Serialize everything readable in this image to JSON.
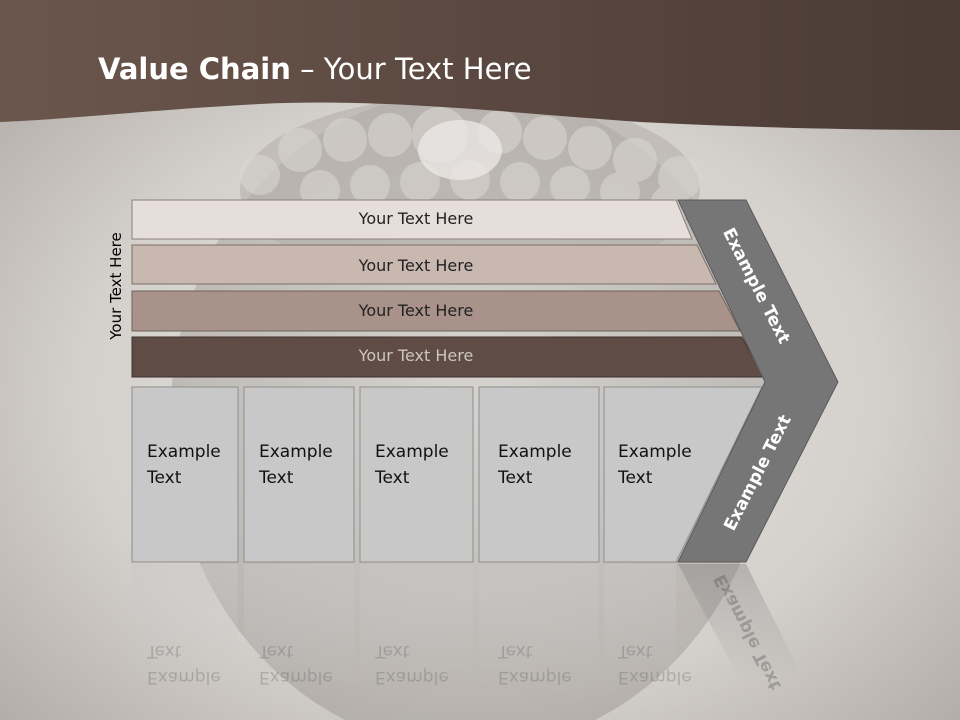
{
  "slide": {
    "title_bold": "Value Chain",
    "title_rest": " – Your Text Here",
    "side_label": "Your Text Here"
  },
  "bars": [
    {
      "label": "Your Text Here"
    },
    {
      "label": "Your Text Here"
    },
    {
      "label": "Your Text Here"
    },
    {
      "label": "Your Text Here"
    }
  ],
  "boxes": [
    {
      "line1": "Example",
      "line2": "Text"
    },
    {
      "line1": "Example",
      "line2": "Text"
    },
    {
      "line1": "Example",
      "line2": "Text"
    },
    {
      "line1": "Example",
      "line2": "Text"
    },
    {
      "line1": "Example",
      "line2": "Text"
    }
  ],
  "chevron": {
    "upper_text": "Example Text",
    "lower_text": "Example Text"
  },
  "colors": {
    "header": "#5a4840",
    "bar1": "#e6dedb",
    "bar2": "#c9b8b0",
    "bar3": "#a8928a",
    "bar4": "#5f4d45",
    "box": "#c8c8c8",
    "chevron": "#767676"
  }
}
